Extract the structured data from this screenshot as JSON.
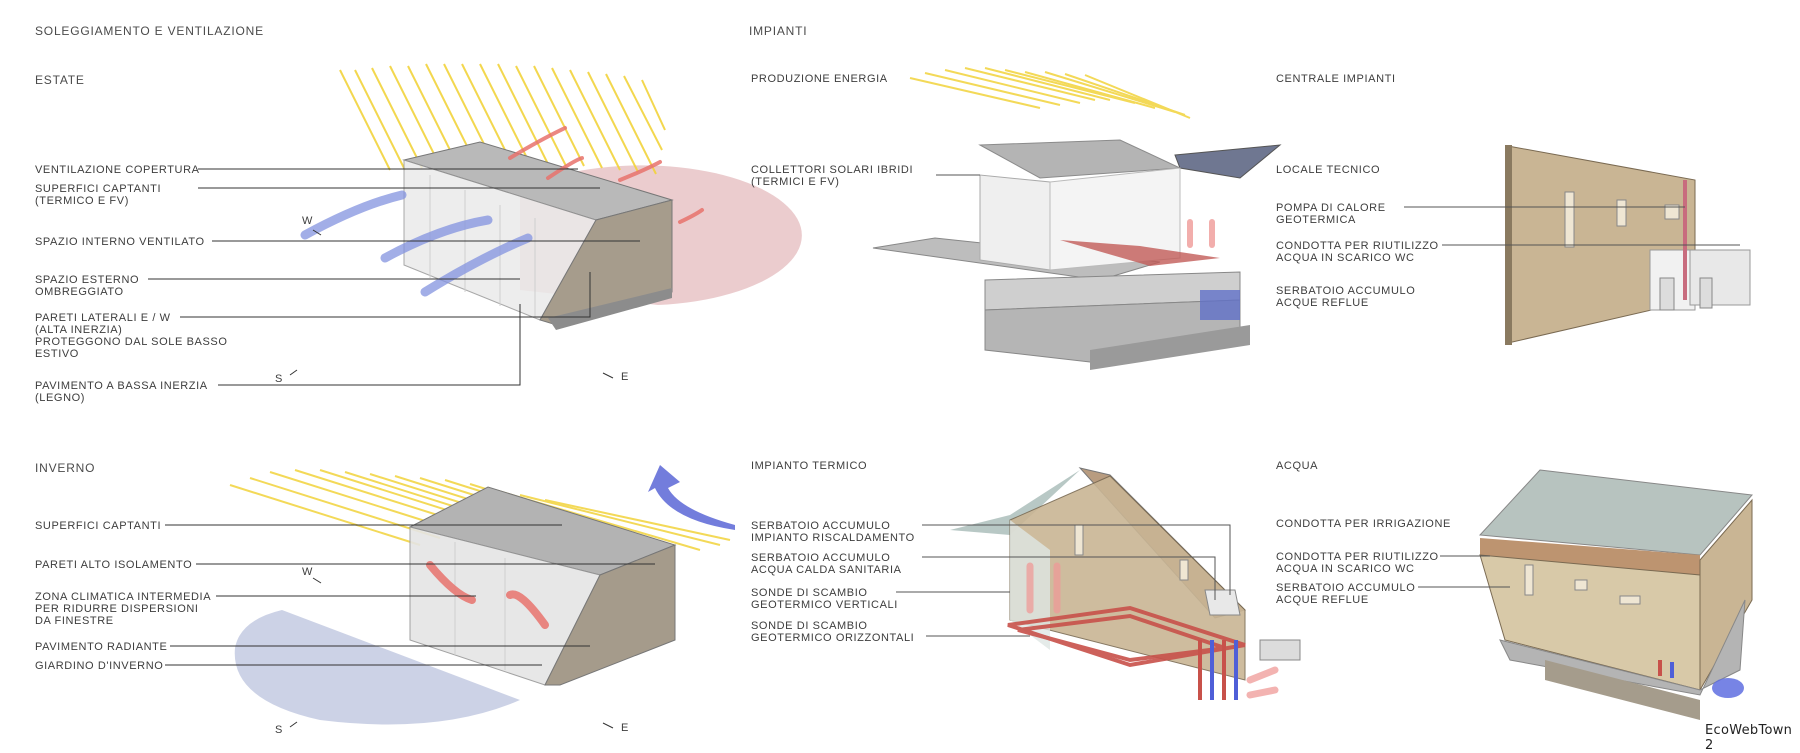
{
  "sections": {
    "left_title": "SOLEGGIAMENTO E VENTILAZIONE",
    "right_title": "IMPIANTI"
  },
  "summer": {
    "title": "ESTATE",
    "labels": [
      "VENTILAZIONE COPERTURA",
      "SUPERFICI CAPTANTI\n(TERMICO E FV)",
      "SPAZIO INTERNO VENTILATO",
      "SPAZIO ESTERNO\nOMBREGGIATO",
      "PARETI LATERALI E / W\n(ALTA INERZIA)\nPROTEGGONO DAL SOLE BASSO\nESTIVO",
      "PAVIMENTO A BASSA INERZIA\n(LEGNO)"
    ],
    "compass": {
      "w": "W",
      "s": "S",
      "e": "E"
    }
  },
  "winter": {
    "title": "INVERNO",
    "labels": [
      "SUPERFICI CAPTANTI",
      "PARETI ALTO ISOLAMENTO",
      "ZONA CLIMATICA INTERMEDIA\nPER RIDURRE DISPERSIONI\nDA FINESTRE",
      "PAVIMENTO RADIANTE",
      "GIARDINO D'INVERNO"
    ],
    "compass": {
      "w": "W",
      "s": "S",
      "e": "E"
    }
  },
  "energy": {
    "title": "PRODUZIONE ENERGIA",
    "labels": [
      "COLLETTORI SOLARI IBRIDI\n(TERMICI E FV)"
    ]
  },
  "plant": {
    "title": "CENTRALE IMPIANTI",
    "labels": [
      "LOCALE TECNICO",
      "POMPA DI CALORE\nGEOTERMICA",
      "CONDOTTA PER RIUTILIZZO\nACQUA IN SCARICO WC",
      "SERBATOIO ACCUMULO\nACQUE REFLUE"
    ]
  },
  "thermal": {
    "title": "IMPIANTO TERMICO",
    "labels": [
      "SERBATOIO ACCUMULO\nIMPIANTO RISCALDAMENTO",
      "SERBATOIO ACCUMULO\nACQUA CALDA SANITARIA",
      "SONDE DI SCAMBIO\nGEOTERMICO VERTICALI",
      "SONDE DI SCAMBIO\nGEOTERMICO ORIZZONTALI"
    ]
  },
  "water": {
    "title": "ACQUA",
    "labels": [
      "CONDOTTA PER IRRIGAZIONE",
      "CONDOTTA PER RIUTILIZZO\nACQUA IN SCARICO WC",
      "SERBATOIO ACCUMULO\nACQUE REFLUE"
    ]
  },
  "footer": {
    "credit": "EcoWebTown 2"
  },
  "colors": {
    "sun_ray": "#f2d33b",
    "summer_shadow": "#e8c3c6",
    "winter_shadow": "#c6cde3",
    "air_cool": "#7e8ee0",
    "air_warm": "#e8736d",
    "stone": "#c9b594",
    "roof_slab": "#9a9a9a",
    "pipe_red": "#c8514a",
    "pipe_blue": "#4f5fd8"
  }
}
